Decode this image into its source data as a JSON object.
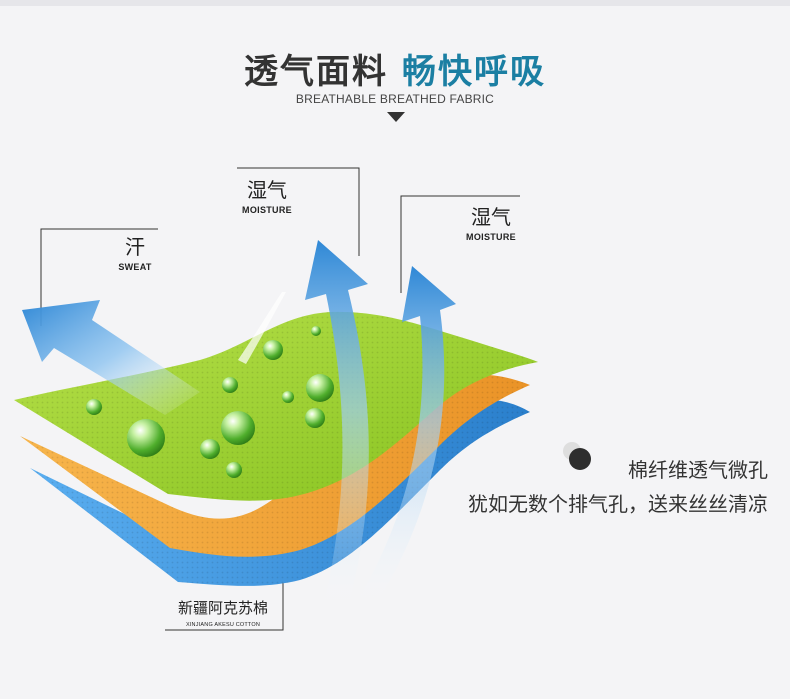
{
  "header": {
    "title_part1": "透气面料",
    "title_part2": "畅快呼吸",
    "subtitle": "BREATHABLE BREATHED FABRIC"
  },
  "labels": {
    "sweat_cn": "汗",
    "sweat_en": "SWEAT",
    "moisture1_cn": "湿气",
    "moisture1_en": "MOISTURE",
    "moisture2_cn": "湿气",
    "moisture2_en": "MOISTURE",
    "cotton_cn": "新疆阿克苏棉",
    "cotton_en": "XINJIANG AKESU COTTON"
  },
  "description": {
    "line1": "棉纤维透气微孔",
    "line2": "犹如无数个排气孔，送来丝丝清凉"
  },
  "colors": {
    "title_dark": "#333333",
    "title_accent": "#1b7fa3",
    "layer_green": "#9bd32e",
    "layer_orange": "#f2a33a",
    "layer_blue": "#3b95d8",
    "arrow_blue": "#2f88d6"
  }
}
